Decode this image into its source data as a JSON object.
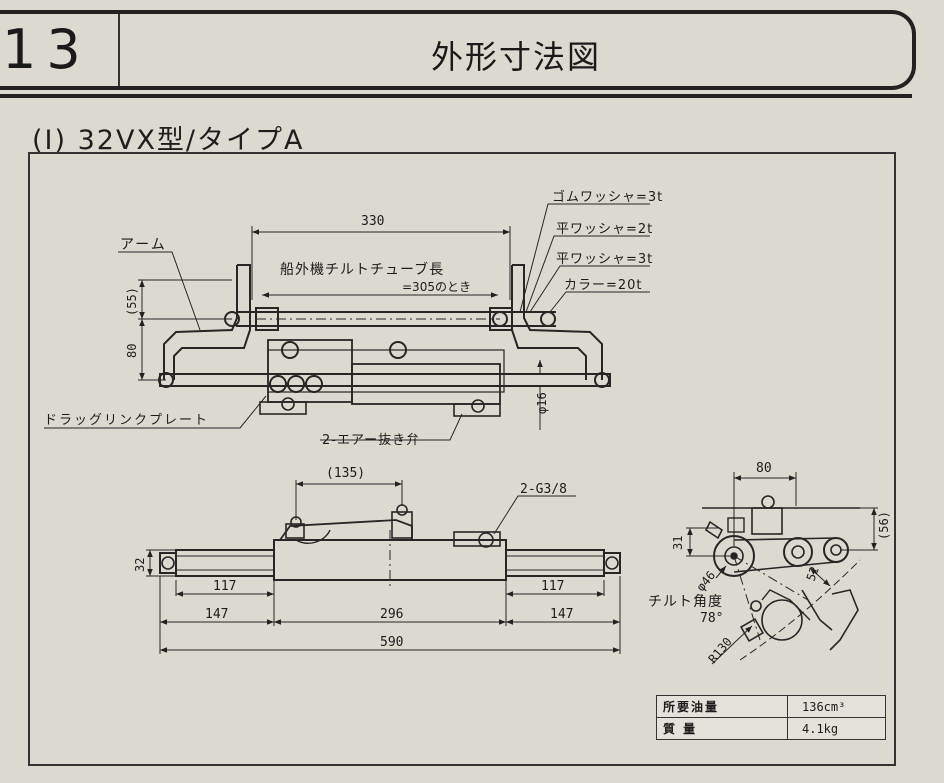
{
  "header": {
    "section_number": "13",
    "title": "外形寸法図"
  },
  "subtitle": "(I) 32VX型/タイプA",
  "top_view": {
    "dim_330": "330",
    "dim_55": "(55)",
    "dim_80": "80",
    "dim_phi16": "φ16",
    "label_arm": "アーム",
    "label_tube_1": "船外機チルトチューブ長",
    "label_tube_2": "=305のとき",
    "label_drag_plate": "ドラッグリンクプレート",
    "label_air_valve": "2-エアー抜き弁",
    "label_rubber_washer": "ゴムワッシャ=3t",
    "label_flat_washer_2": "平ワッシャ=2t",
    "label_flat_washer_3": "平ワッシャ=3t",
    "label_collar": "カラー=20t"
  },
  "front_view": {
    "dim_135": "(135)",
    "dim_port": "2-G3/8",
    "dim_32": "32",
    "dim_117_left": "117",
    "dim_117_right": "117",
    "dim_147_left": "147",
    "dim_296": "296",
    "dim_147_right": "147",
    "dim_590": "590"
  },
  "side_view": {
    "dim_80": "80",
    "dim_56": "(56)",
    "dim_31": "31",
    "dim_phi46": "φ46",
    "dim_52": "52",
    "label_tilt": "チルト角度",
    "dim_78": "78°",
    "dim_r130": "R130"
  },
  "spec_table": {
    "oil_label": "所要油量",
    "oil_value": "136cm³",
    "mass_label": "質 量",
    "mass_value": "4.1kg"
  }
}
